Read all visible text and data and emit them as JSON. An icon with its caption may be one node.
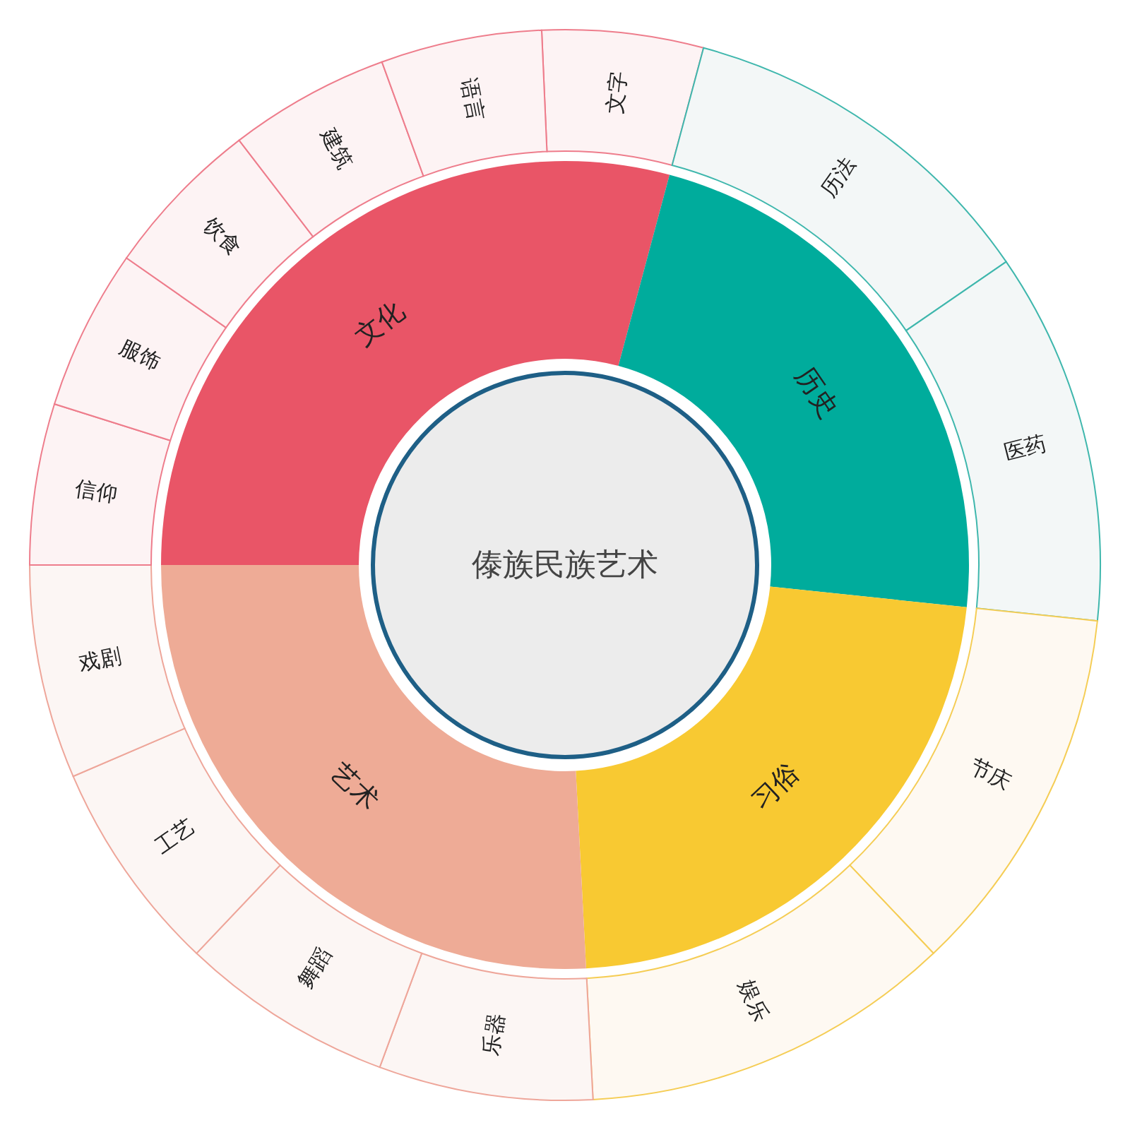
{
  "diagram": {
    "nodes": [
      {
        "text": [
          "傣族民族艺术"
        ]
      },
      {
        "text": [
          "文化"
        ]
      },
      {
        "text": [
          "历史"
        ]
      },
      {
        "text": [
          "习俗"
        ]
      },
      {
        "text": [
          "艺术"
        ]
      },
      {
        "text": [
          "文字"
        ]
      },
      {
        "text": [
          "历法"
        ]
      },
      {
        "text": [
          "医药"
        ]
      },
      {
        "text": [
          "节庆"
        ]
      },
      {
        "text": [
          "娱乐"
        ]
      },
      {
        "text": [
          "乐器"
        ]
      },
      {
        "text": [
          "舞蹈"
        ]
      },
      {
        "text": [
          "工艺"
        ]
      },
      {
        "text": [
          "戏剧"
        ]
      },
      {
        "text": [
          "信仰"
        ]
      },
      {
        "text": [
          "服饰"
        ]
      },
      {
        "text": [
          "饮食"
        ]
      },
      {
        "text": [
          "建筑"
        ]
      },
      {
        "text": [
          "语言"
        ]
      }
    ]
  }
}
